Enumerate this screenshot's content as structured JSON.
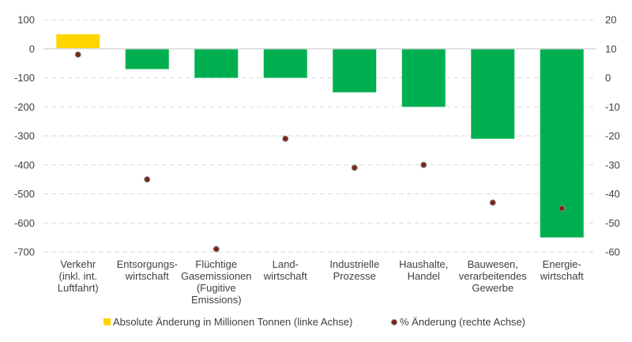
{
  "chart_data": {
    "type": "bar",
    "categories": [
      [
        "Verkehr",
        "(inkl. int.",
        "Luftfahrt)"
      ],
      [
        "Entsorgungs-",
        "wirtschaft"
      ],
      [
        "Flüchtige",
        "Gasemissionen",
        "(Fugitive",
        "Emissions)"
      ],
      [
        "Land-",
        "wirtschaft"
      ],
      [
        "Industrielle",
        "Prozesse"
      ],
      [
        "Haushalte,",
        "Handel"
      ],
      [
        "Bauwesen,",
        "verarbeitendes",
        "Gewerbe"
      ],
      [
        "Energie-",
        "wirtschaft"
      ]
    ],
    "series": [
      {
        "name": "Absolute Änderung in Millionen Tonnen (linke Achse)",
        "type": "bar",
        "axis": "left",
        "values": [
          50,
          -70,
          -100,
          -100,
          -150,
          -200,
          -310,
          -650
        ]
      },
      {
        "name": "% Änderung (rechte Achse)",
        "type": "scatter",
        "axis": "right",
        "values": [
          8,
          -35,
          -59,
          -21,
          -31,
          -30,
          -43,
          -45
        ]
      }
    ],
    "left_axis": {
      "range": [
        -700,
        100
      ],
      "ticks": [
        100,
        0,
        -100,
        -200,
        -300,
        -400,
        -500,
        -600,
        -700
      ]
    },
    "right_axis": {
      "range": [
        -60,
        20
      ],
      "ticks": [
        20,
        10,
        0,
        -10,
        -20,
        -30,
        -40,
        -50,
        -60
      ]
    },
    "grid": true,
    "legend_position": "bottom",
    "colors": {
      "positive": "#FFD500",
      "negative": "#00B050",
      "dot": "#7B2418",
      "dot_border": "#8c8c8c"
    }
  }
}
